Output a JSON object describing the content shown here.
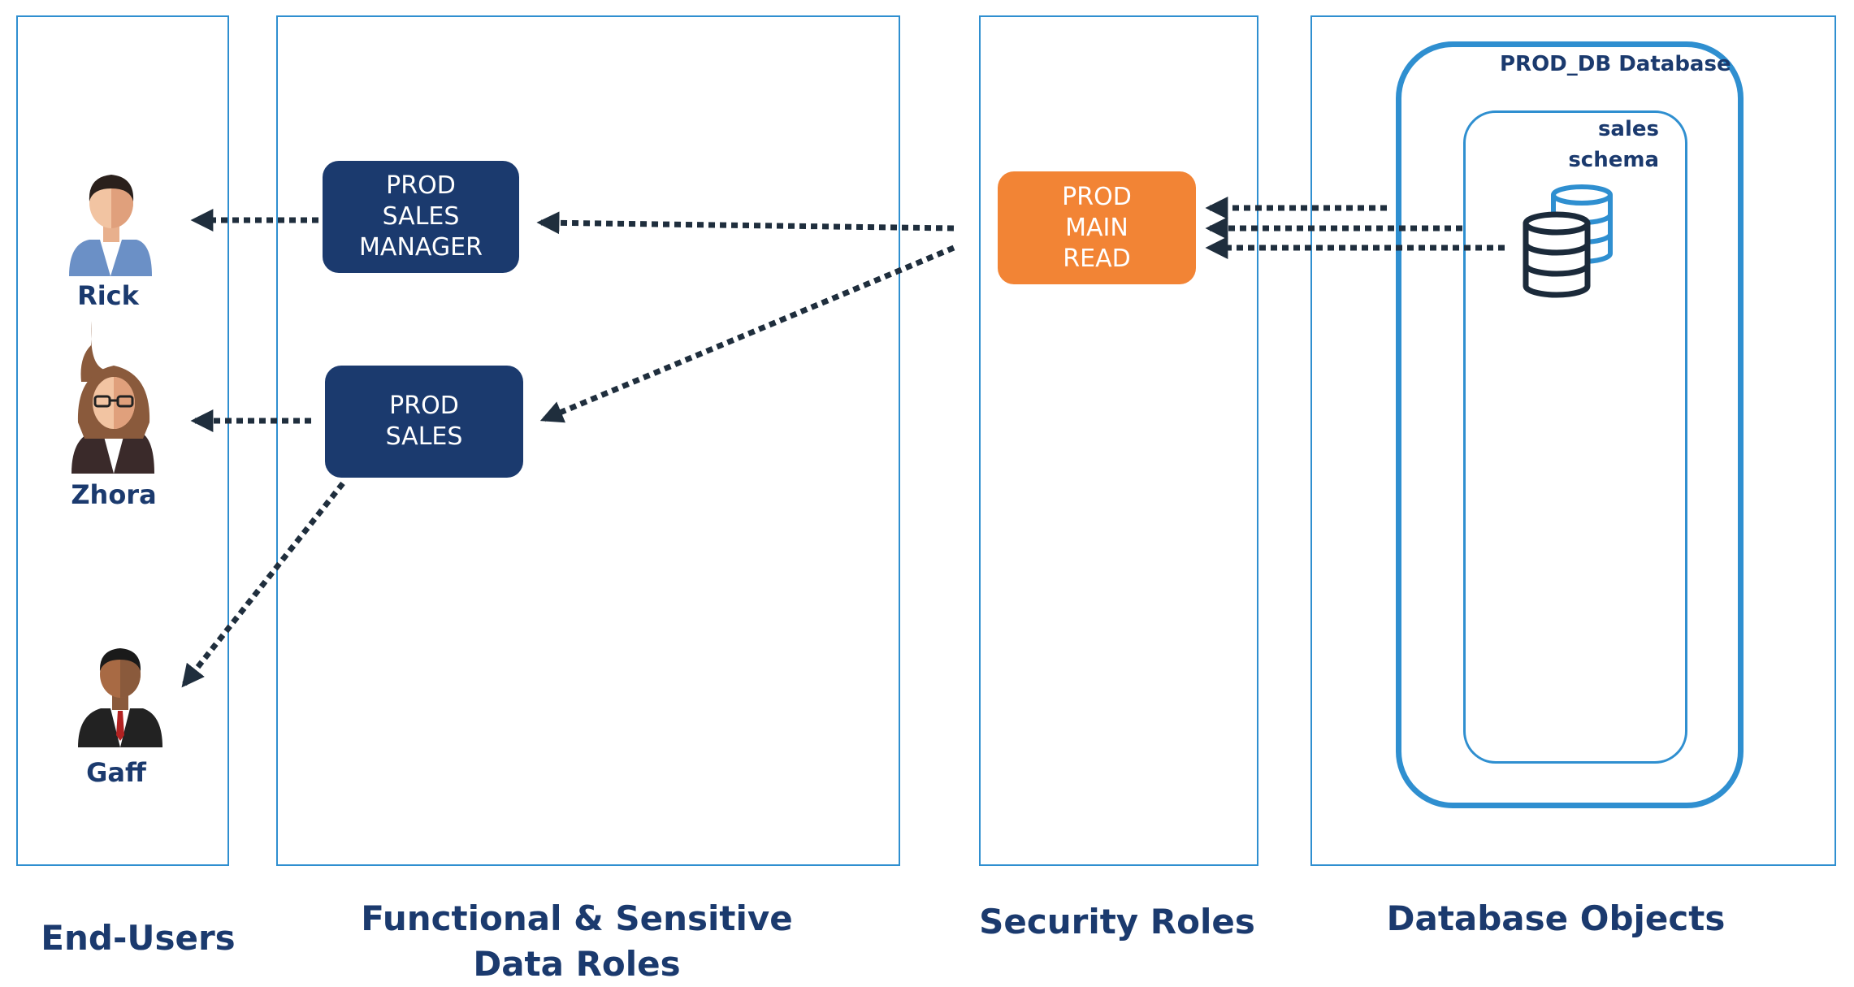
{
  "columns": {
    "end_users": "End-Users",
    "functional_line1": "Functional & Sensitive",
    "functional_line2": "Data Roles",
    "security": "Security Roles",
    "db_objects": "Database Objects"
  },
  "users": {
    "rick": "Rick",
    "zhora": "Zhora",
    "gaff": "Gaff"
  },
  "roles": {
    "sales_manager": [
      "PROD",
      "SALES",
      "MANAGER"
    ],
    "sales": [
      "PROD",
      "SALES"
    ],
    "main_read": [
      "PROD",
      "MAIN",
      "READ"
    ]
  },
  "database": {
    "db_title": "PROD_DB Database",
    "schema_line1": "sales",
    "schema_line2": "schema"
  },
  "colors": {
    "navy": "#1b3a6e",
    "orange": "#f28435",
    "blue_border": "#2f8fd0",
    "arrow": "#1f2e3d"
  },
  "icons": [
    "user-male-icon",
    "user-female-icon",
    "user-businessman-icon",
    "database-stack-icon"
  ]
}
